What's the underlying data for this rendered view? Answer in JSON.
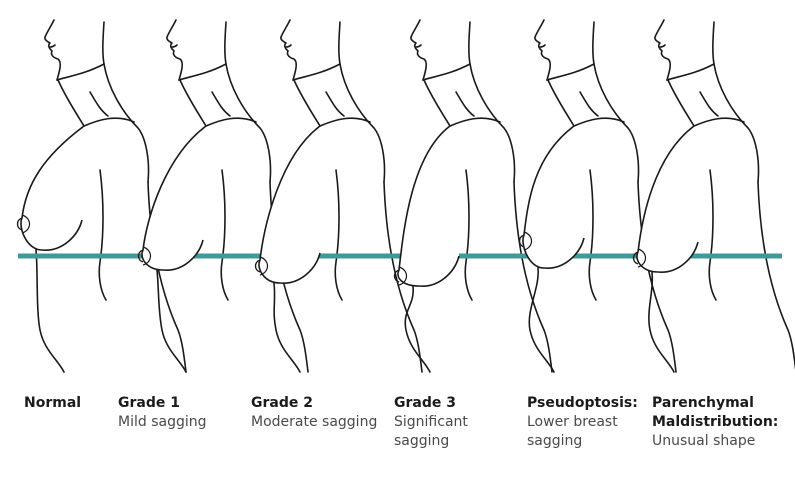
{
  "colors": {
    "reference_line": "#3f9a96",
    "outline": "#1a1a1a",
    "background": "#ffffff"
  },
  "figures": [
    {
      "title": "Normal",
      "title2": "",
      "desc": "",
      "desc2": "",
      "level": 0
    },
    {
      "title": "Grade 1",
      "title2": "",
      "desc": "Mild sagging",
      "desc2": "",
      "level": 1
    },
    {
      "title": "Grade 2",
      "title2": "",
      "desc": "Moderate sagging",
      "desc2": "",
      "level": 2
    },
    {
      "title": "Grade 3",
      "title2": "",
      "desc": "Significant",
      "desc2": "sagging",
      "level": 3
    },
    {
      "title": "Pseudoptosis:",
      "title2": "",
      "desc": "Lower breast",
      "desc2": "sagging",
      "level": 4
    },
    {
      "title": "Parenchymal",
      "title2": "Maldistribution:",
      "desc": "Unusual shape",
      "desc2": "",
      "level": 5
    }
  ]
}
